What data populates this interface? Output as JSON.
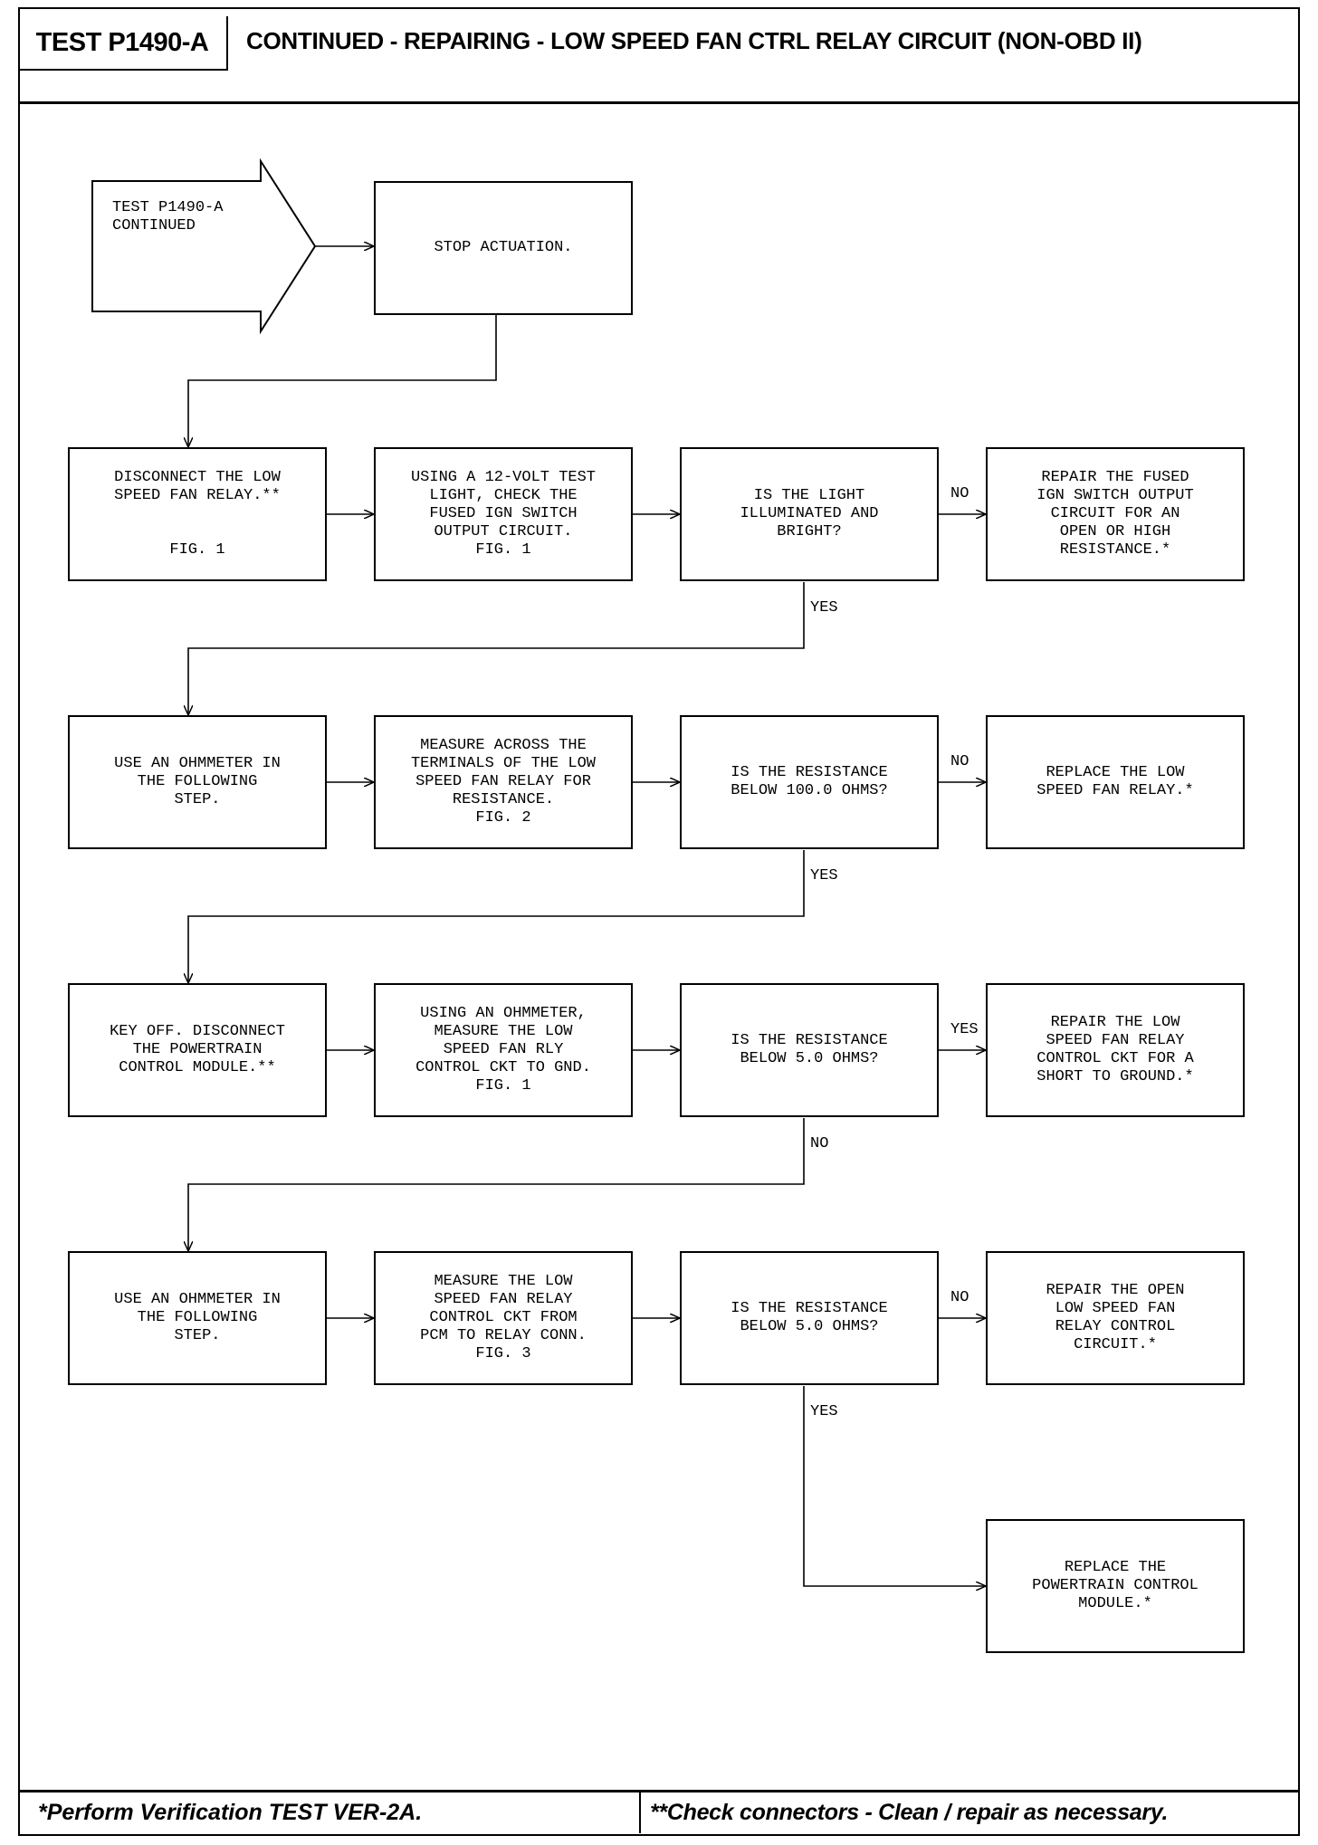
{
  "header": {
    "test_id": "TEST P1490-A",
    "title": "CONTINUED - REPAIRING - LOW SPEED FAN CTRL RELAY CIRCUIT (NON-OBD II)"
  },
  "flow": {
    "start_text": "TEST P1490-A\nCONTINUED",
    "stop": "STOP ACTUATION.",
    "row1": {
      "step1": "DISCONNECT THE LOW\nSPEED FAN RELAY.**\n\n\nFIG. 1",
      "step2": "USING A 12-VOLT TEST\nLIGHT, CHECK THE\nFUSED IGN SWITCH\nOUTPUT CIRCUIT.\nFIG. 1",
      "question": "IS THE LIGHT\nILLUMINATED AND\nBRIGHT?",
      "branch": "NO",
      "result": "REPAIR THE FUSED\nIGN SWITCH OUTPUT\nCIRCUIT FOR AN\nOPEN OR HIGH\nRESISTANCE.*",
      "continue": "YES"
    },
    "row2": {
      "step1": "USE AN OHMMETER IN\nTHE FOLLOWING\nSTEP.",
      "step2": "MEASURE ACROSS THE\nTERMINALS OF THE LOW\nSPEED FAN RELAY FOR\nRESISTANCE.\nFIG. 2",
      "question": "IS THE RESISTANCE\nBELOW 100.0 OHMS?",
      "branch": "NO",
      "result": "REPLACE THE LOW\nSPEED FAN RELAY.*",
      "continue": "YES"
    },
    "row3": {
      "step1": "KEY OFF. DISCONNECT\nTHE POWERTRAIN\nCONTROL MODULE.**",
      "step2": "USING AN OHMMETER,\nMEASURE THE LOW\nSPEED FAN RLY\nCONTROL CKT TO GND.\nFIG. 1",
      "question": "IS THE RESISTANCE\nBELOW 5.0 OHMS?",
      "branch": "YES",
      "result": "REPAIR THE LOW\nSPEED FAN RELAY\nCONTROL CKT FOR A\nSHORT TO GROUND.*",
      "continue": "NO"
    },
    "row4": {
      "step1": "USE AN OHMMETER IN\nTHE FOLLOWING\nSTEP.",
      "step2": "MEASURE THE LOW\nSPEED FAN RELAY\nCONTROL CKT FROM\nPCM TO RELAY CONN.\nFIG. 3",
      "question": "IS THE RESISTANCE\nBELOW 5.0 OHMS?",
      "branch": "NO",
      "result": "REPAIR THE OPEN\nLOW SPEED FAN\nRELAY CONTROL\nCIRCUIT.*",
      "continue": "YES"
    },
    "final": "REPLACE THE\nPOWERTRAIN CONTROL\nMODULE.*"
  },
  "footer": {
    "left": "*Perform Verification TEST VER-2A.",
    "right": "**Check connectors - Clean / repair as necessary."
  }
}
